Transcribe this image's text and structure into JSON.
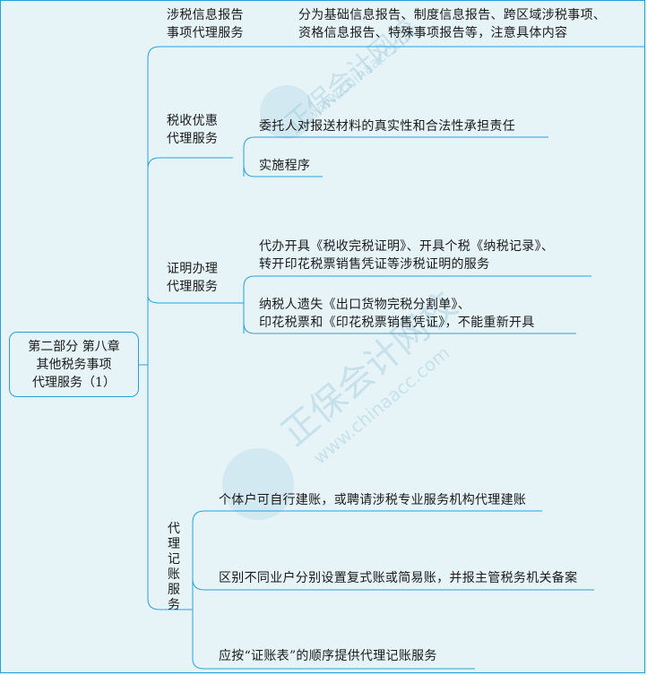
{
  "root": {
    "lines": [
      "第二部分 第八章",
      "其他税务事项",
      "代理服务（1）"
    ]
  },
  "branches": [
    {
      "title_lines": [
        "涉税信息报告",
        "事项代理服务"
      ],
      "items": [
        {
          "lines": [
            "分为基础信息报告、制度信息报告、跨区域涉税事项、",
            "资格信息报告、特殊事项报告等，注意具体内容"
          ]
        }
      ]
    },
    {
      "title_lines": [
        "税收优惠",
        "代理服务"
      ],
      "items": [
        {
          "lines": [
            "委托人对报送材料的真实性和合法性承担责任"
          ]
        },
        {
          "lines": [
            "实施程序"
          ]
        }
      ]
    },
    {
      "title_lines": [
        "证明办理",
        "代理服务"
      ],
      "items": [
        {
          "lines": [
            "代办开具《税收完税证明》、开具个税《纳税记录》、",
            "转开印花税票销售凭证等涉税证明的服务"
          ]
        },
        {
          "lines": [
            "纳税人遗失《出口货物完税分割单》、",
            "印花税票和《印花税票销售凭证》，不能重新开具"
          ]
        }
      ]
    },
    {
      "title_vertical": "代理记账服务",
      "items": [
        {
          "lines": [
            "个体户可自行建账，或聘请涉税专业服务机构代理建账"
          ]
        },
        {
          "lines": [
            "区别不同业户分别设置复式账或简易账，并报主管税务机关备案"
          ]
        },
        {
          "lines": [
            "应按“证账表”的顺序提供代理记账服务"
          ]
        }
      ]
    }
  ],
  "watermarks": [
    "正保会计网校",
    "www.chinaacc.com",
    "正保会计网校",
    "www.chinaacc.com"
  ],
  "colors": {
    "background": "#e6f4f8",
    "line": "#2a9fd6",
    "text": "#1a1a1a"
  }
}
